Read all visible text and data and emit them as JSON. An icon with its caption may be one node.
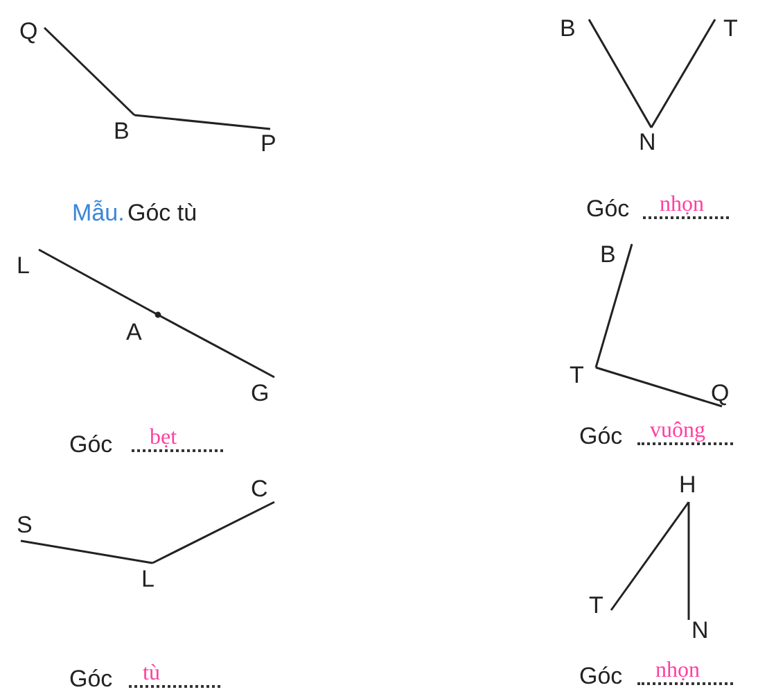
{
  "diagram": {
    "nodes": [
      {
        "text": [
          "Q"
        ]
      },
      {
        "text": [
          "B"
        ]
      },
      {
        "text": [
          "P"
        ]
      },
      {
        "text": [
          "B"
        ]
      },
      {
        "text": [
          "T"
        ]
      },
      {
        "text": [
          "N"
        ]
      },
      {
        "text": [
          "L"
        ]
      },
      {
        "text": [
          "A"
        ]
      },
      {
        "text": [
          "G"
        ]
      },
      {
        "text": [
          "B"
        ]
      },
      {
        "text": [
          "T"
        ]
      },
      {
        "text": [
          "Q"
        ]
      },
      {
        "text": [
          "C"
        ]
      },
      {
        "text": [
          "S"
        ]
      },
      {
        "text": [
          "L"
        ]
      },
      {
        "text": [
          "H"
        ]
      },
      {
        "text": [
          "T"
        ]
      },
      {
        "text": [
          "N"
        ]
      }
    ],
    "edges": [
      {
        "from": 0,
        "to": 1,
        "arrow": "none"
      },
      {
        "from": 1,
        "to": 2,
        "arrow": "none"
      },
      {
        "from": 3,
        "to": 5,
        "arrow": "none"
      },
      {
        "from": 5,
        "to": 4,
        "arrow": "none"
      },
      {
        "from": 6,
        "to": 7,
        "arrow": "none"
      },
      {
        "from": 7,
        "to": 8,
        "arrow": "none"
      },
      {
        "from": 9,
        "to": 10,
        "arrow": "none"
      },
      {
        "from": 10,
        "to": 11,
        "arrow": "none"
      },
      {
        "from": 13,
        "to": 14,
        "arrow": "none"
      },
      {
        "from": 14,
        "to": 12,
        "arrow": "none"
      },
      {
        "from": 15,
        "to": 16,
        "arrow": "none"
      },
      {
        "from": 15,
        "to": 17,
        "arrow": "none"
      }
    ],
    "labels": [
      "Mẫu.",
      "Góc tù",
      "Góc",
      "nhọn",
      "Góc",
      "bẹt",
      "Góc",
      "vuông",
      "Góc",
      "tù",
      "Góc",
      "nhọn"
    ]
  }
}
